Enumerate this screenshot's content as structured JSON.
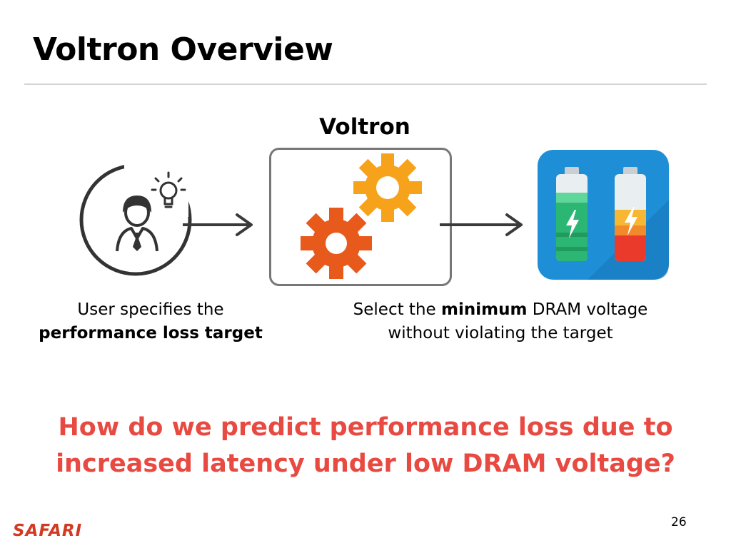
{
  "slide": {
    "title": "Voltron Overview",
    "box_label": "Voltron",
    "caption_left": {
      "line1": "User specifies the",
      "line2": "performance loss target"
    },
    "caption_right": {
      "prefix": "Select the ",
      "bold": "minimum",
      "suffix": " DRAM voltage",
      "line2": "without violating the target"
    },
    "question": {
      "line1": "How do we predict performance loss due to",
      "line2": "increased latency under low DRAM voltage?"
    },
    "footer": {
      "logo": "SAFARI",
      "page_number": "26"
    }
  },
  "icons": {
    "user": "user-lightbulb-icon",
    "gears": "gears-icon",
    "batteries": "battery-icon",
    "arrow": "arrow-right-icon"
  },
  "colors": {
    "question": "#e84a42",
    "logo": "#d23a22",
    "gear_large": "#f7a21b",
    "gear_small": "#e8591c",
    "battery_bg": "#1e8fd6",
    "battery_green": "#2bb673",
    "battery_red": "#e93a2c"
  }
}
